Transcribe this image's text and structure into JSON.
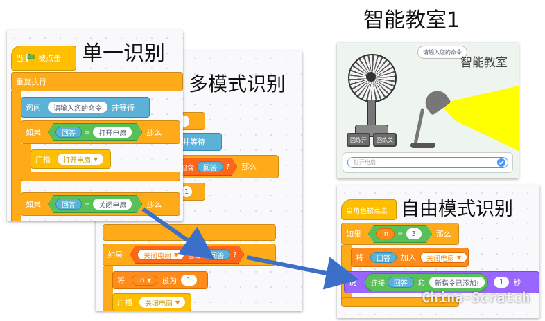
{
  "titles": {
    "single": "单一识别",
    "multi": "多模式识别",
    "classroom": "智能教室1",
    "free": "自由模式识别"
  },
  "single": {
    "when_flag": "当",
    "clicked": "被点击",
    "forever": "重复执行",
    "ask": "询问",
    "ask_prompt": "请输入您的命令",
    "and_wait": "并等待",
    "if": "如果",
    "then": "那么",
    "answer": "回答",
    "eq": "=",
    "open_fan": "打开电扇",
    "broadcast": "广播",
    "broadcast_open": "打开电扇",
    "close_fan": "关闭电扇"
  },
  "multi": {
    "and_wait": "并等待",
    "contains": "包含",
    "answer": "回答",
    "question": "?",
    "then": "那么",
    "num1": "1",
    "if": "如果",
    "close_fan": "关闭电扇",
    "set": "将",
    "var_in": "in",
    "set_to": "设为",
    "set_val": "1",
    "broadcast": "广播",
    "broadcast_close": "关闭电扇"
  },
  "classroom": {
    "stage_title": "智能教室",
    "bubble": "请输入您的命令",
    "btn_open": "回练开",
    "btn_close": "回练关",
    "input_placeholder": "打开电扇",
    "accent": "#4c97ff",
    "light_color": "#ffff00"
  },
  "free": {
    "when_sprite": "当角色被点击",
    "if": "如果",
    "var_in": "in",
    "eq": "=",
    "num": "3",
    "then": "那么",
    "add_prefix": "将",
    "answer": "回答",
    "add_to": "加入",
    "list_name": "关闭电扇",
    "say": "说",
    "join": "连接",
    "and": "和",
    "added_text": "新指令已添加!",
    "secs": "1",
    "secs_unit": "秒"
  },
  "watermark": "China-Scratch",
  "arrow_color": "#3c6fc8"
}
